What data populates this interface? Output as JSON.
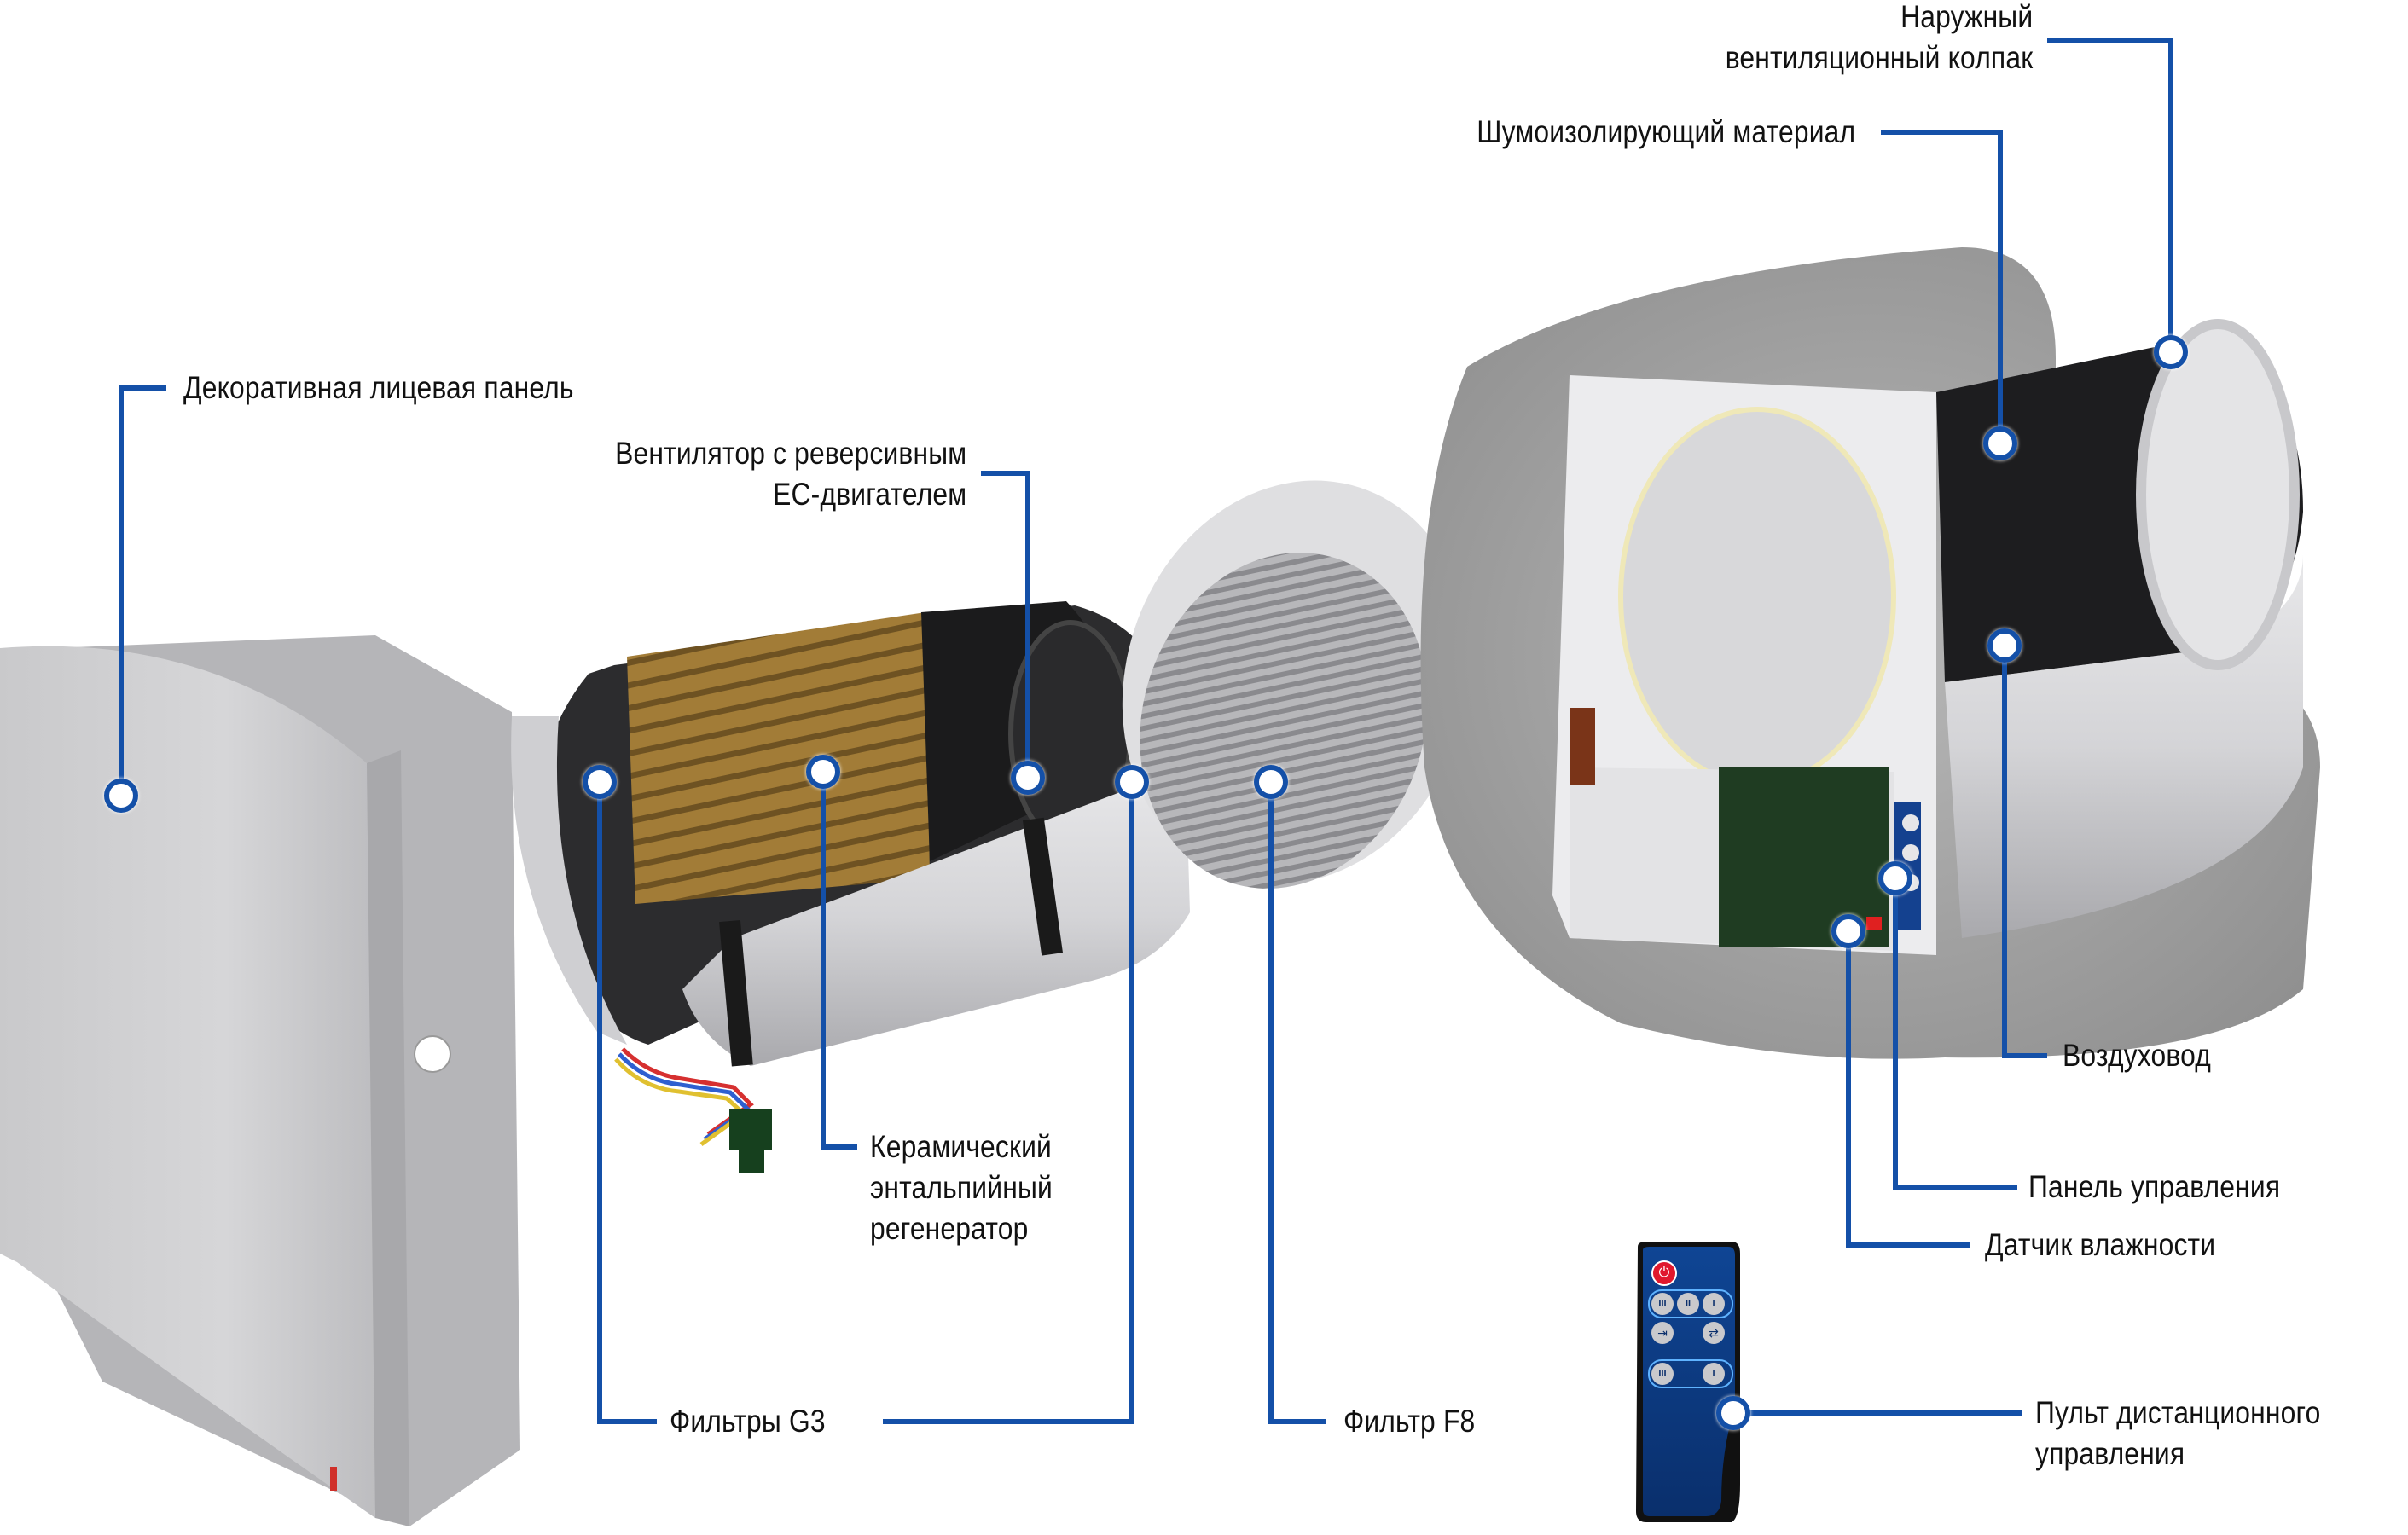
{
  "diagram": {
    "title": "Exploded view of a decentralized ventilation unit with ceramic enthalpy regenerator",
    "accent_color": "#1450a8",
    "labels": [
      {
        "id": "front-panel",
        "lines": [
          "Декоративная лицевая панель"
        ]
      },
      {
        "id": "fan",
        "lines": [
          "Вентилятор с реверсивным",
          "EC-двигателем"
        ]
      },
      {
        "id": "regenerator",
        "lines": [
          "Керамический",
          "энтальпийный",
          "регенератор"
        ]
      },
      {
        "id": "filters-g3",
        "lines": [
          "Фильтры G3"
        ]
      },
      {
        "id": "filter-f8",
        "lines": [
          "Фильтр F8"
        ]
      },
      {
        "id": "outer-hood",
        "lines": [
          "Наружный",
          "вентиляционный колпак"
        ]
      },
      {
        "id": "insulation",
        "lines": [
          "Шумоизолирующий материал"
        ]
      },
      {
        "id": "air-duct",
        "lines": [
          "Воздуховод"
        ]
      },
      {
        "id": "control-panel",
        "lines": [
          "Панель управления"
        ]
      },
      {
        "id": "humidity-sensor",
        "lines": [
          "Датчик влажности"
        ]
      },
      {
        "id": "remote",
        "lines": [
          "Пульт дистанционного",
          "управления"
        ]
      }
    ],
    "remote_buttons": [
      {
        "icon": "power-icon",
        "glyph": "⏻",
        "color": "#e0182d"
      },
      {
        "icon": "speed-3-icon",
        "glyph": "III"
      },
      {
        "icon": "speed-2-icon",
        "glyph": "II"
      },
      {
        "icon": "speed-1-icon",
        "glyph": "I"
      },
      {
        "icon": "supply-mode-icon",
        "glyph": "⇥"
      },
      {
        "icon": "regeneration-mode-icon",
        "glyph": "⇄"
      },
      {
        "icon": "night-mode-icon",
        "glyph": "III"
      },
      {
        "icon": "timer-icon",
        "glyph": "I"
      }
    ]
  }
}
